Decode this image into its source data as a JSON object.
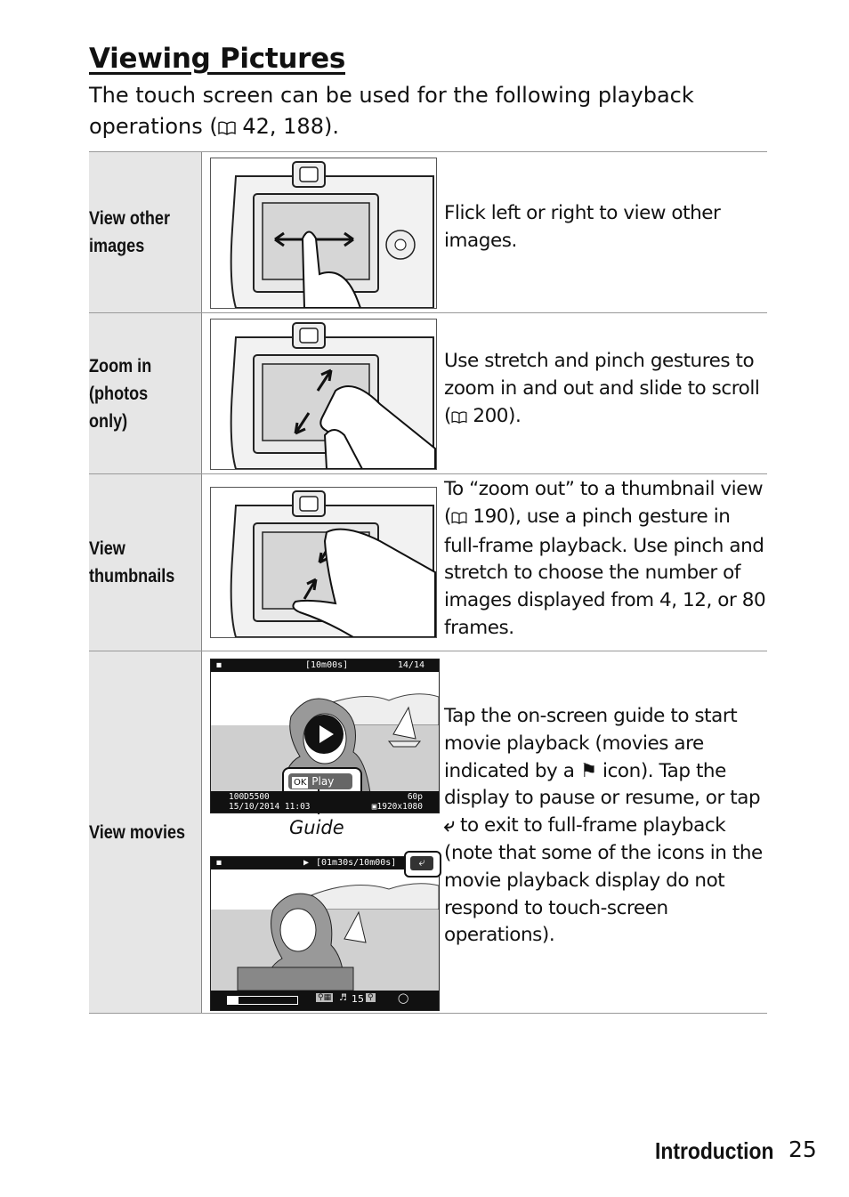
{
  "page": {
    "title": "Viewing Pictures",
    "intro_text": "The touch screen can be used for the following playback operations (",
    "intro_refs": " 42, 188).",
    "section": "Introduction",
    "page_number": "25"
  },
  "rows": [
    {
      "label": "View other\nimages",
      "description": "Flick left or right to view other images.",
      "illustration": "camera-flick-illustration"
    },
    {
      "label": "Zoom in\n(photos only)",
      "description_pre": "Use stretch and pinch gestures to zoom in and out and slide to scroll (",
      "description_post": " 200).",
      "illustration": "camera-stretch-illustration"
    },
    {
      "label": "View\nthumbnails",
      "description_pre": "To “zoom out” to a thumbnail view (",
      "description_post": " 190), use a pinch gesture in full-frame playback. Use pinch and stretch to choose the number of images displayed from 4, 12, or 80 frames.",
      "illustration": "camera-pinch-illustration"
    },
    {
      "label": "View movies",
      "description_1": "Tap the on-screen guide to start movie playback (movies are indicated by a ",
      "description_2": " icon). Tap the display to pause or resume, or tap ",
      "description_3": " to exit to full-frame playback (note that some of the icons in the movie playback display do not respond to touch-screen operations).",
      "guide_label": "Guide",
      "screen1": {
        "length": "[10m00s]",
        "frame_count": "14/14",
        "play_label": "Play",
        "ok_label": "OK",
        "folder_file": "100D5500",
        "date_time": "15/10/2014  11:03",
        "frame_rate": "60p",
        "frame_size": "1920x1080"
      },
      "screen2": {
        "progress": "[01m30s/10m00s]",
        "volume": "15"
      }
    }
  ]
}
